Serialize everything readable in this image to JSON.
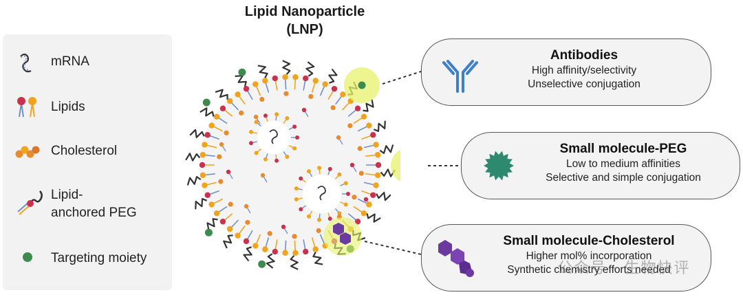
{
  "title": {
    "line1": "Lipid Nanoparticle",
    "line2": "(LNP)"
  },
  "legend": {
    "mrna": "mRNA",
    "lipids": "Lipids",
    "cholesterol": "Cholesterol",
    "peg_line1": "Lipid-",
    "peg_line2": "anchored PEG",
    "targeting": "Targeting moiety"
  },
  "cards": {
    "antibodies": {
      "title": "Antibodies",
      "line1": "High affinity/selectivity",
      "line2": "Unselective conjugation"
    },
    "peg": {
      "title": "Small molecule-PEG",
      "line1": "Low to medium affinities",
      "line2": "Selective and simple conjugation"
    },
    "cholesterol": {
      "title": "Small molecule-Cholesterol",
      "line1": "Higher mol% incorporation",
      "line2": "Synthetic chemistry efforts needed"
    }
  },
  "watermark": "公众号 · 生物快评",
  "colors": {
    "lipid_head": "#c8324f",
    "lipid_tail_orange": "#f0a31c",
    "lipid_tail_blue": "#6f8fc8",
    "cholesterol": "#e88a2e",
    "peg": "#333333",
    "targeting": "#3f8a4e",
    "halo": "#e6f26a",
    "antibody": "#3d7fc9",
    "small_molecule": "#2e8a6e",
    "chol_molecule": "#6a3aa0"
  }
}
